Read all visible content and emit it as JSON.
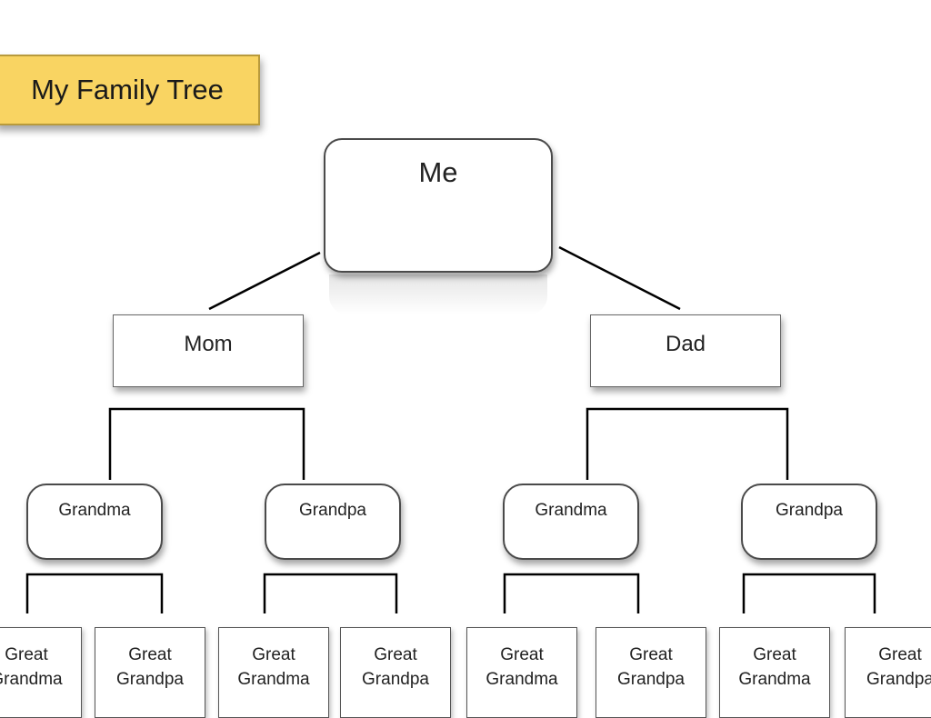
{
  "title": "My Family Tree",
  "me": {
    "label": "Me"
  },
  "mom": {
    "label": "Mom"
  },
  "dad": {
    "label": "Dad"
  },
  "mom_side": {
    "grandma": {
      "label": "Grandma"
    },
    "grandpa": {
      "label": "Grandpa"
    }
  },
  "dad_side": {
    "grandma": {
      "label": "Grandma"
    },
    "grandpa": {
      "label": "Grandpa"
    }
  },
  "great_word": "Great",
  "great": [
    {
      "line2": "Grandma"
    },
    {
      "line2": "Grandpa"
    },
    {
      "line2": "Grandma"
    },
    {
      "line2": "Grandpa"
    },
    {
      "line2": "Grandma"
    },
    {
      "line2": "Grandpa"
    },
    {
      "line2": "Grandma"
    },
    {
      "line2": "Grandpa"
    }
  ],
  "colors": {
    "title_fill": "#f9d462",
    "box_fill": "#ffffff",
    "line": "#000000"
  }
}
